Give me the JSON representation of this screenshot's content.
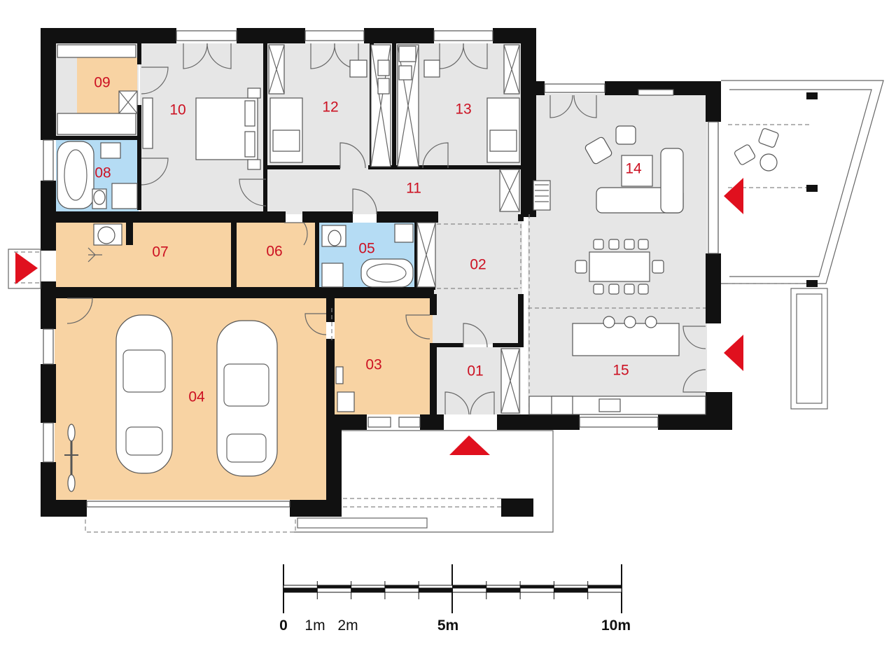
{
  "colors": {
    "living": "#e6e6e6",
    "utility": "#f8d3a3",
    "bath": "#b5dcf4",
    "wall": "#111111",
    "label": "#cc1122",
    "arrow": "#e0101e"
  },
  "rooms": [
    {
      "id": "01",
      "type": "living"
    },
    {
      "id": "02",
      "type": "living"
    },
    {
      "id": "03",
      "type": "utility"
    },
    {
      "id": "04",
      "type": "utility"
    },
    {
      "id": "05",
      "type": "bath"
    },
    {
      "id": "06",
      "type": "utility"
    },
    {
      "id": "07",
      "type": "utility"
    },
    {
      "id": "08",
      "type": "bath"
    },
    {
      "id": "09",
      "type": "utility"
    },
    {
      "id": "10",
      "type": "living"
    },
    {
      "id": "11",
      "type": "living"
    },
    {
      "id": "12",
      "type": "living"
    },
    {
      "id": "13",
      "type": "living"
    },
    {
      "id": "14",
      "type": "living"
    },
    {
      "id": "15",
      "type": "living"
    }
  ],
  "scale": {
    "labels": [
      "0",
      "1m",
      "2m",
      "5m",
      "10m"
    ],
    "bold_labels": [
      "0",
      "5m",
      "10m"
    ]
  },
  "icons": [
    "entry-arrow-icon",
    "car-icon",
    "bicycle-icon",
    "bed-icon",
    "sofa-icon",
    "dining-table-icon",
    "bathtub-icon",
    "toilet-icon",
    "sink-icon",
    "desk-icon"
  ]
}
